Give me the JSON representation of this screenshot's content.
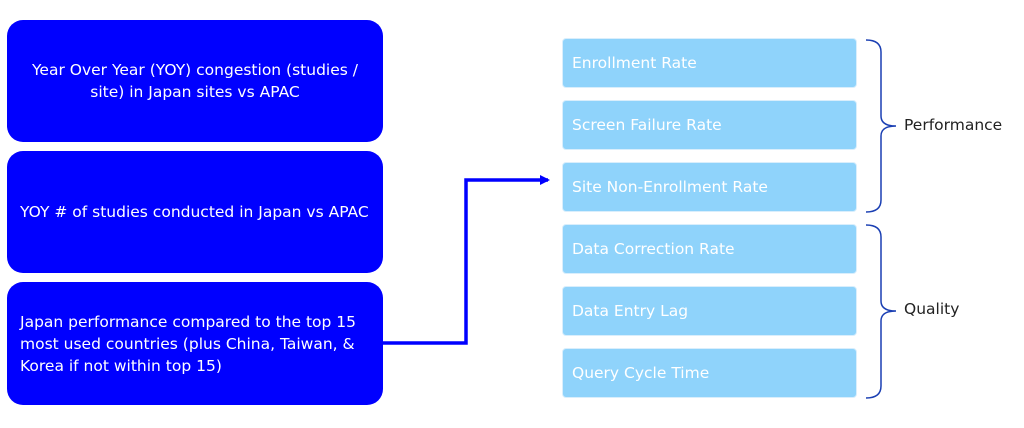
{
  "left_boxes": [
    {
      "text": "Year Over Year (YOY) congestion (studies / site) in Japan sites vs APAC"
    },
    {
      "text": "YOY # of studies conducted in Japan vs APAC"
    },
    {
      "text": "Japan performance compared to the top 15 most used countries (plus China, Taiwan, & Korea if not within top 15)"
    }
  ],
  "metrics": [
    {
      "label": "Enrollment Rate"
    },
    {
      "label": "Screen Failure Rate"
    },
    {
      "label": "Site Non-Enrollment Rate"
    },
    {
      "label": "Data Correction Rate"
    },
    {
      "label": "Data Entry Lag"
    },
    {
      "label": "Query Cycle Time"
    }
  ],
  "groups": {
    "performance": "Performance",
    "quality": "Quality"
  },
  "colors": {
    "left_box_fill": "#0000ff",
    "metric_fill": "#8fd3fb",
    "connector": "#0000ff",
    "bracket": "#1a3fb3"
  }
}
